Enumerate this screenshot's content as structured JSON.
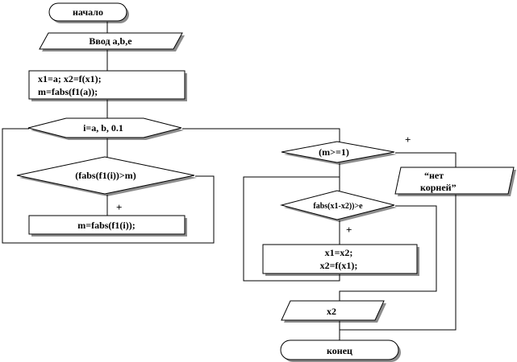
{
  "flowchart": {
    "start": "начало",
    "input": "Ввод a,b,e",
    "init_line1": "x1=a; x2=f(x1);",
    "init_line2": "m=fabs(f1(a));",
    "loop": "i=a, b, 0.1",
    "cond_max": "(fabs(f1(i))>m)",
    "plus_max": "+",
    "assign_max": "m=fabs(f1(i));",
    "cond_root": "(m>=1)",
    "plus_root": "+",
    "no_roots_line1": "“нет",
    "no_roots_line2": "корней”",
    "cond_iter": "fabs(x1-x2))>e",
    "plus_iter": "+",
    "iter_line1": "x1=x2;",
    "iter_line2": "x2=f(x1);",
    "output": "x2",
    "end": "конец"
  },
  "colors": {
    "stroke": "#000000",
    "fill": "#ffffff",
    "shadow": "#8c8c8c"
  }
}
